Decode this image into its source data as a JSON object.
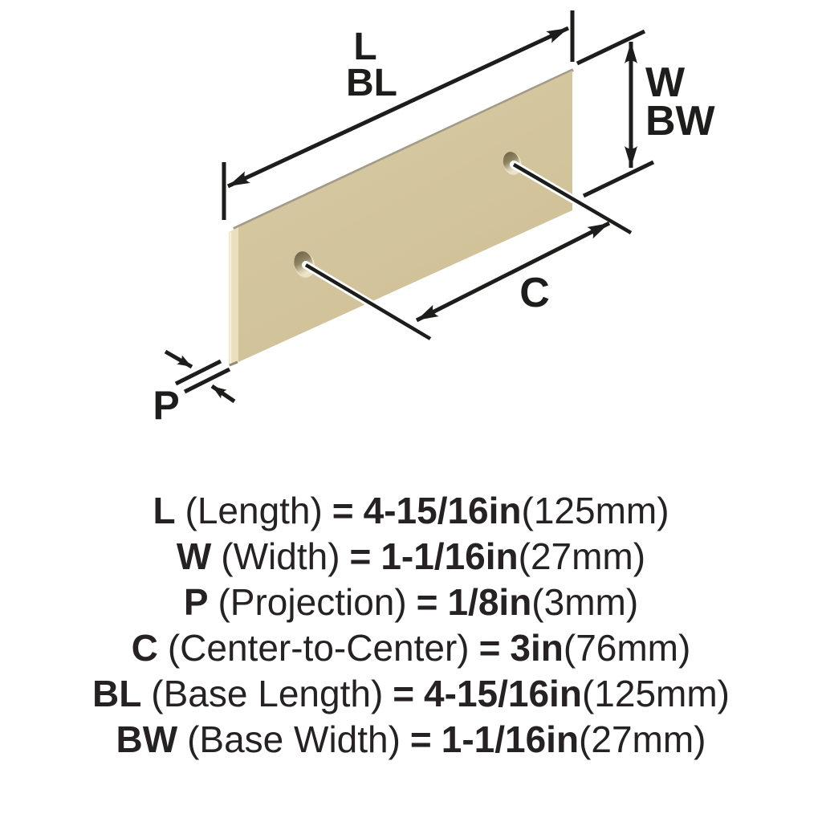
{
  "figure": {
    "title": "backplate dimension diagram",
    "dim_labels": {
      "length": "L",
      "base_length": "BL",
      "width": "W",
      "base_width": "BW",
      "center_to_center": "C",
      "projection": "P"
    },
    "colors": {
      "background": "#ffffff",
      "line": "#1d1d1b",
      "plate_face": "#d4c69e",
      "plate_side": "#e9dfbc",
      "plate_side_highlight": "#f6f0da",
      "plate_side_shadow": "#938b78",
      "plate_top_edge": "#a39b89",
      "hole_rim": "#e9e2c8",
      "hole_dark": "#6a6046",
      "hole_mid": "#8f8360",
      "hole_light": "#ece5cd"
    }
  },
  "specs": {
    "lines": [
      {
        "symbol": "L",
        "name": "(Length)",
        "equals": "=",
        "inches": "4-15/16in",
        "metric": "(125mm)"
      },
      {
        "symbol": "W",
        "name": "(Width)",
        "equals": "=",
        "inches": "1-1/16in",
        "metric": "(27mm)"
      },
      {
        "symbol": "P",
        "name": "(Projection)",
        "equals": "=",
        "inches": "1/8in",
        "metric": "(3mm)"
      },
      {
        "symbol": "C",
        "name": "(Center-to-Center)",
        "equals": "=",
        "inches": "3in",
        "metric": "(76mm)"
      },
      {
        "symbol": "BL",
        "name": "(Base Length)",
        "equals": "=",
        "inches": "4-15/16in",
        "metric": "(125mm)"
      },
      {
        "symbol": "BW",
        "name": "(Base Width)",
        "equals": "=",
        "inches": "1-1/16in",
        "metric": "(27mm)"
      }
    ]
  }
}
